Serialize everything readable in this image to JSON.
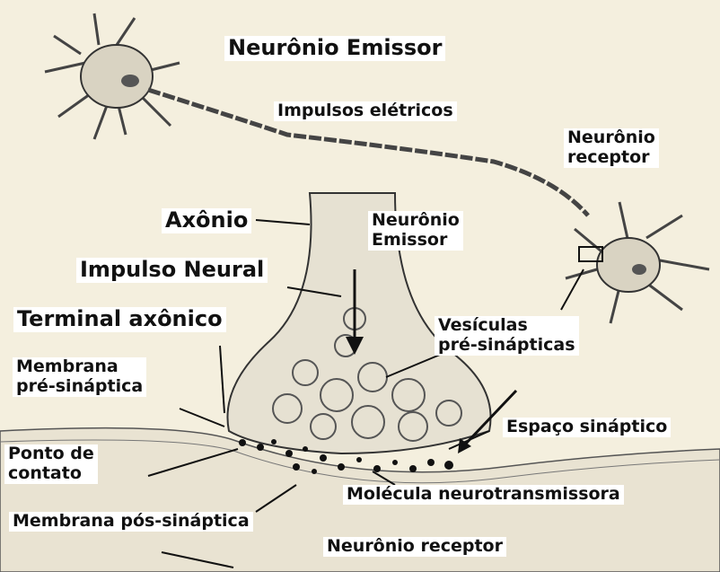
{
  "labels": {
    "emitter_neuron": "Neurônio Emissor",
    "electrical_impulses": "Impulsos elétricos",
    "receiver_neuron_top": "Neurônio\nreceptor",
    "axon": "Axônio",
    "emitter_neuron_inner": "Neurônio\nEmissor",
    "neural_impulse": "Impulso Neural",
    "axon_terminal": "Terminal axônico",
    "vesicles": "Vesículas\npré-sinápticas",
    "presynaptic_membrane": "Membrana\npré-sináptica",
    "synaptic_space": "Espaço sináptico",
    "contact_point": "Ponto de\ncontato",
    "neurotransmitter": "Molécula neurotransmissora",
    "postsynaptic_membrane": "Membrana pós-sináptica",
    "receiver_neuron_bottom": "Neurônio receptor"
  },
  "colors": {
    "background": "#f4efde",
    "cell_fill": "#e6e1d2",
    "line": "#333333",
    "label_bg": "#ffffff"
  }
}
